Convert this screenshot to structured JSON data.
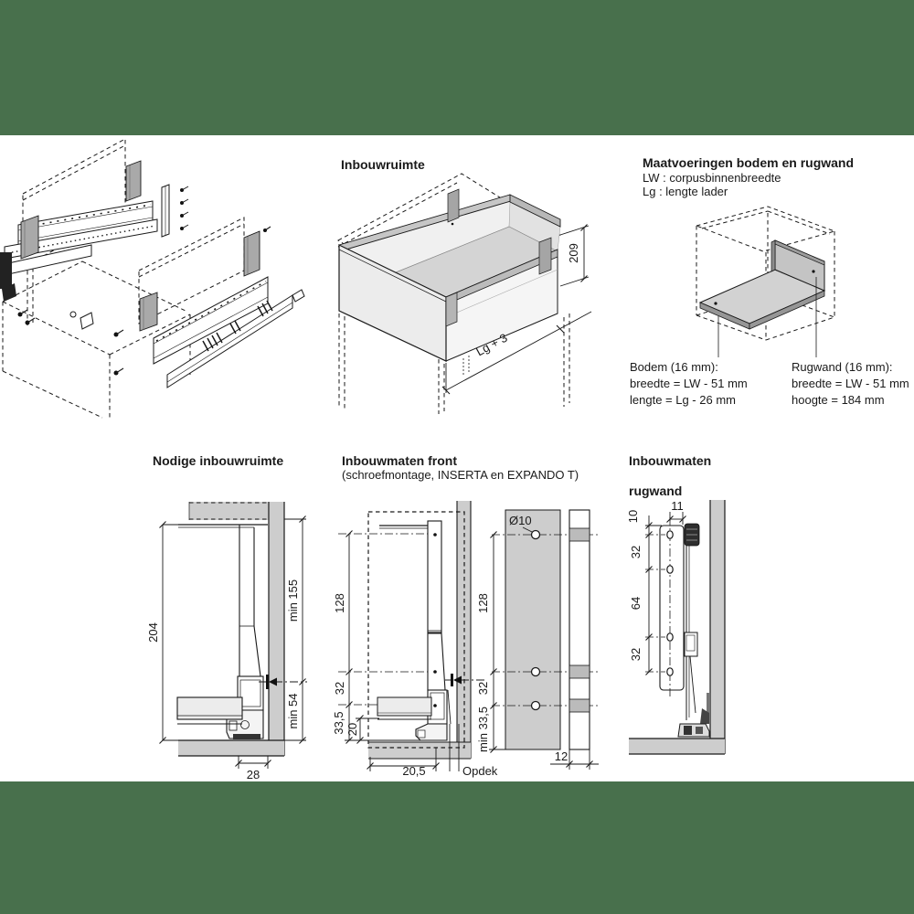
{
  "page": {
    "band_color": "#48704C",
    "background": "#ffffff",
    "line_color": "#1a1a1a",
    "panel_gray": "#cdcdcd"
  },
  "sections": {
    "inbouwruimte": {
      "title": "Inbouwruimte",
      "dims": {
        "height": "209",
        "length": "Lg + 3"
      }
    },
    "maatvoeringen": {
      "title": "Maatvoeringen bodem en rugwand",
      "legend_lw": "LW : corpusbinnenbreedte",
      "legend_lg": "Lg : lengte lader",
      "bodem": {
        "title": "Bodem (16 mm):",
        "line1": "breedte = LW - 51 mm",
        "line2": "lengte = Lg - 26 mm"
      },
      "rugwand": {
        "title": "Rugwand (16 mm):",
        "line1": "breedte = LW - 51 mm",
        "line2": "hoogte = 184 mm"
      }
    },
    "nodige": {
      "title": "Nodige inbouwruimte",
      "dims": {
        "height": "204",
        "min_top": "min 155",
        "min_bottom": "min 54",
        "depth": "28"
      }
    },
    "front": {
      "title": "Inbouwmaten front",
      "subtitle": "(schroefmontage, INSERTA en EXPANDO T)",
      "dims": {
        "left_128": "128",
        "left_32": "32",
        "left_335": "33,5",
        "left_20": "20",
        "left_205": "20,5",
        "opdek": "Opdek",
        "hole_dia": "Ø10",
        "right_128": "128",
        "right_32": "32",
        "right_min335": "min 33,5",
        "right_12": "12"
      }
    },
    "rugwand_sec": {
      "title_line1": "Inbouwmaten",
      "title_line2": "rugwand",
      "dims": {
        "top10": "10",
        "top11": "11",
        "s32a": "32",
        "s64": "64",
        "s32b": "32"
      }
    }
  }
}
